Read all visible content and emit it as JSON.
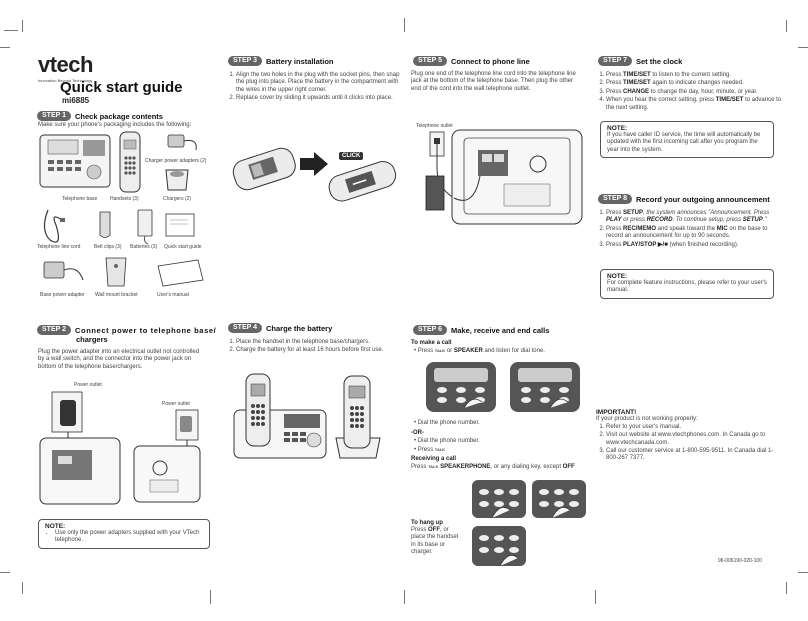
{
  "brand": {
    "name": "vtech",
    "tagline": "Innovation Beyond Technology"
  },
  "title": "Quick start guide",
  "model": "mi6885",
  "step1": {
    "pill": "STEP 1",
    "heading": "Check package contents",
    "intro": "Make sure your phone's packaging includes the following:",
    "captions": {
      "base": "Telephone base",
      "handsets": "Handsets (3)",
      "adapters": "Charger power adapters (2)",
      "chargers": "Chargers (2)",
      "cord": "Telephone line cord",
      "clips": "Belt clips (3)",
      "batteries": "Batteries (3)",
      "qsg": "Quick start guide",
      "base_adapter": "Base power adapter",
      "bracket": "Wall mount bracket",
      "manual": "User's manual"
    }
  },
  "step2": {
    "pill": "STEP 2",
    "heading1": "Connect power to telephone base/",
    "heading2": "chargers",
    "body": "Plug the power adapter into an electrical outlet not controlled by a wall switch, and the connector into the power jack on bottom of the telephone base/chargers.",
    "outlet1": "Power outlet",
    "outlet2": "Power outlet",
    "note_title": "NOTE:",
    "note_text": "Use only the power adapters supplied with your VTech telephone."
  },
  "step3": {
    "pill": "STEP 3",
    "heading": "Battery installation",
    "items": [
      "Align the two holes in the plug with the socket pins, then snap the plug into place. Place the battery in the compartment with the wires in the upper right corner.",
      "Replace cover by sliding it upwards until it clicks into place."
    ],
    "click": "CLICK"
  },
  "step4": {
    "pill": "STEP 4",
    "heading": "Charge the battery",
    "items": [
      "Place the handset in the telephone base/chargers.",
      "Charge the battery for at least 16 hours before first use."
    ]
  },
  "step5": {
    "pill": "STEP 5",
    "heading": "Connect to phone line",
    "body": "Plug one end of the telephone line cord into the telephone line jack at the bottom of the telephone base. Then plug the other end of the cord into the wall telephone outlet.",
    "outlet": "Telephone outlet"
  },
  "step6": {
    "pill": "STEP 6",
    "heading": "Make, receive and end calls",
    "make_title": "To make a call",
    "make_press": "Press",
    "make_or": "or",
    "make_speaker": "SPEAKER",
    "make_tail": "and listen for dial tone.",
    "talk": "TALK",
    "dial1": "Dial the phone number.",
    "or_label": "-OR-",
    "dial2": "Dial the phone number.",
    "press2": "Press",
    "receive_title": "Receiving a call",
    "receive_press": "Press",
    "receive_speaker": "SPEAKERPHONE",
    "receive_tail": ", or any dialing key, except",
    "receive_off": "OFF",
    "hang_title": "To hang up",
    "hang_l1": "Press",
    "hang_off": "OFF",
    "hang_l1b": ", or",
    "hang_l2": "place the handset",
    "hang_l3": "in its base or",
    "hang_l4": "charger."
  },
  "step7": {
    "pill": "STEP 7",
    "heading": "Set the clock",
    "items": [
      {
        "a": "Press ",
        "b": "TIME/SET",
        "c": " to listen to the current setting."
      },
      {
        "a": "Press ",
        "b": "TIME/SET",
        "c": " again to indicate changes needed."
      },
      {
        "a": "Press ",
        "b": "CHANGE",
        "c": " to change the day, hour, minute, or year."
      },
      {
        "a": "When you hear the correct setting, press ",
        "b": "TIME/SET",
        "c": " to advance to the next setting."
      }
    ],
    "note_title": "NOTE:",
    "note_text": "If you have caller ID service, the time will automatically be updated with the first incoming call after you program the year into the system."
  },
  "step8": {
    "pill": "STEP 8",
    "heading": "Record your outgoing announcement",
    "i1a": "Press ",
    "i1b": "SETUP",
    "i1c": ", the system announces \"Announcement. Press ",
    "i1d": "PLAY",
    "i1e": " or press ",
    "i1f": "RECORD",
    "i1g": ". To continue setup, press ",
    "i1h": "SETUP",
    "i1i": ".\"",
    "i2a": "Press ",
    "i2b": "REC/MEMO",
    "i2c": " and speak toward the ",
    "i2d": "MIC",
    "i2e": " on the base to record an announcement for up to 90 seconds.",
    "i3a": "Press ",
    "i3b": "PLAY/STOP ▶/■",
    "i3c": " (when finished recording).",
    "note_title": "NOTE:",
    "note_text": "For complete feature instructions, please refer to your user's manual."
  },
  "important": {
    "title": "IMPORTANT!",
    "intro": "If your product is not working properly:",
    "items": [
      "Refer to your user's manual.",
      "Visit our website at www.vtechphones.com. In Canada go to www.vtechcanada.com.",
      "Call our customer service at 1-800-595-9511. In Canada dial 1-800-267 7377."
    ]
  },
  "part_number": "96-006190-020-100"
}
